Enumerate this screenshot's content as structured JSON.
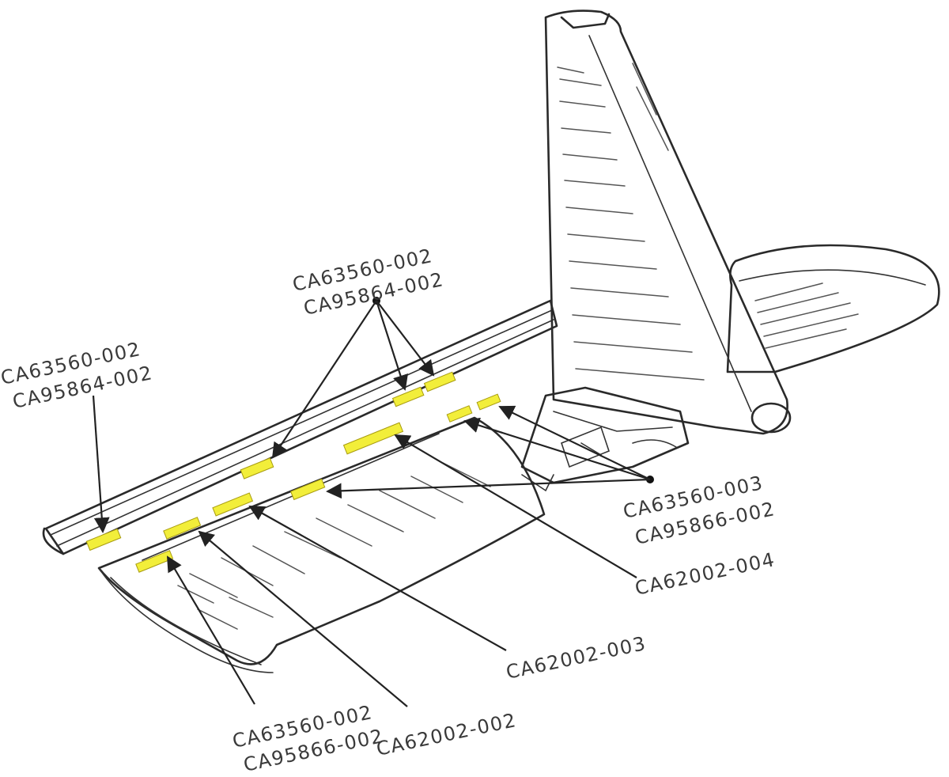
{
  "colors": {
    "highlight": "#f2ee3a",
    "line": "#2a2a2a",
    "label": "#3a3a3a",
    "background": "#ffffff"
  },
  "callouts": {
    "top_left": {
      "line1": "CA63560-002",
      "line2": "CA95864-002"
    },
    "top_center": {
      "line1": "CA63560-002",
      "line2": "CA95864-002"
    },
    "right": {
      "line1": "CA63560-003",
      "line2": "CA95866-002"
    },
    "right_lower": {
      "line1": "CA62002-004"
    },
    "center_lower": {
      "line1": "CA62002-003"
    },
    "bottom_mid": {
      "line1": "CA62002-002"
    },
    "bottom_left": {
      "line1": "CA63560-002",
      "line2": "CA95866-002"
    }
  }
}
